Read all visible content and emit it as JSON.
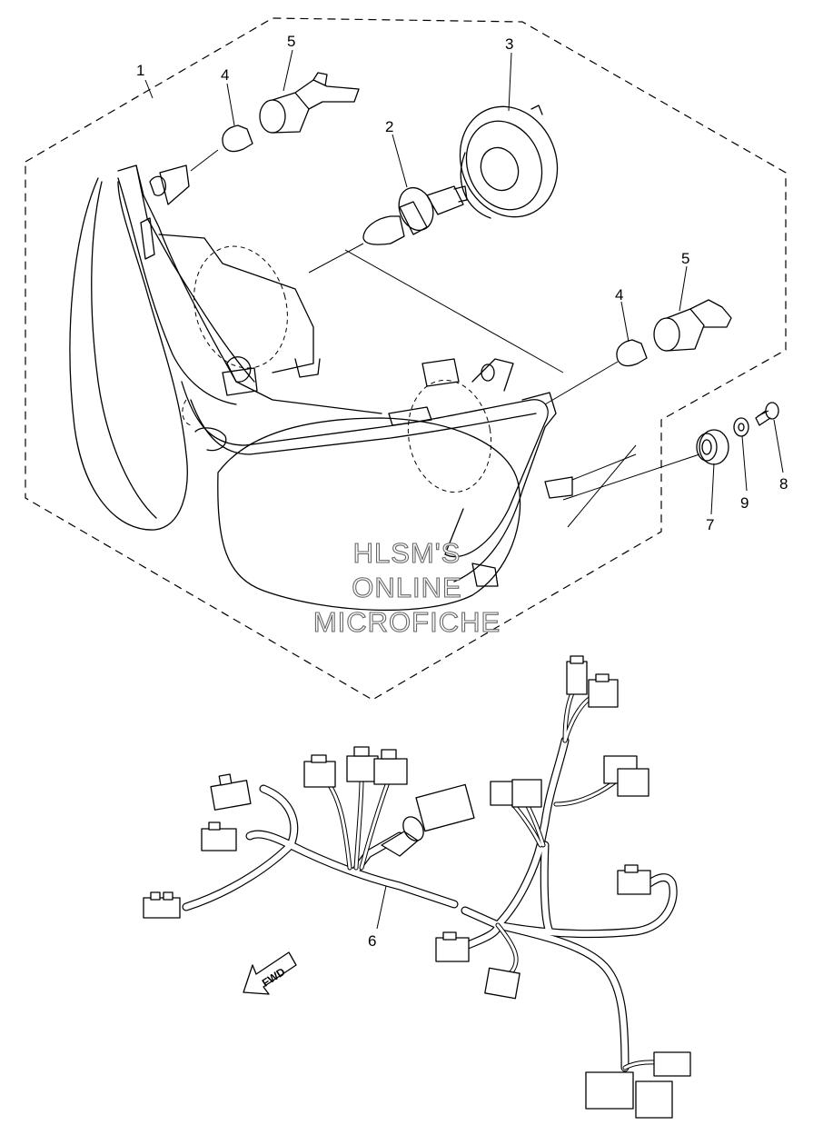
{
  "callouts": [
    {
      "id": "1",
      "label": "1"
    },
    {
      "id": "2",
      "label": "2"
    },
    {
      "id": "3",
      "label": "3"
    },
    {
      "id": "4a",
      "label": "4"
    },
    {
      "id": "4b",
      "label": "4"
    },
    {
      "id": "5a",
      "label": "5"
    },
    {
      "id": "5b",
      "label": "5"
    },
    {
      "id": "6",
      "label": "6"
    },
    {
      "id": "7",
      "label": "7"
    },
    {
      "id": "8",
      "label": "8"
    },
    {
      "id": "9",
      "label": "9"
    }
  ],
  "watermark": {
    "line1": "HLSM'S",
    "line2": "ONLINE",
    "line3": "MICROFICHE"
  },
  "fwd_label": "FWD"
}
